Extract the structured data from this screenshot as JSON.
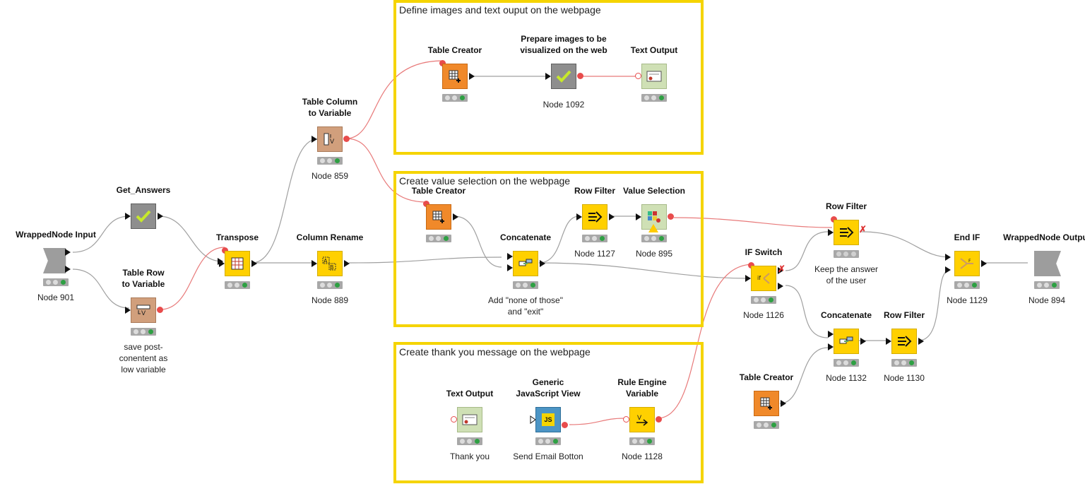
{
  "annotations": {
    "images": "Define images and text ouput on the webpage",
    "value_selection": "Create value selection on the webpage",
    "thank_you": "Create thank you message on the webpage"
  },
  "nodes": {
    "wrapped_input": {
      "title": "WrappedNode Input",
      "label": "Node 901"
    },
    "get_answers": {
      "title": "Get_Answers",
      "label": ""
    },
    "table_row_to_variable": {
      "title": "Table Row\nto Variable",
      "label": "save post-\nconentent as\nlow variable"
    },
    "transpose": {
      "title": "Transpose",
      "label": ""
    },
    "table_column_to_variable": {
      "title": "Table Column\nto Variable",
      "label": "Node 859"
    },
    "column_rename": {
      "title": "Column Rename",
      "label": "Node 889"
    },
    "table_creator_1": {
      "title": "Table Creator",
      "label": ""
    },
    "prepare_images": {
      "title": "Prepare images to be\nvisualized on the web",
      "label": "Node 1092"
    },
    "text_output_1": {
      "title": "Text Output",
      "label": ""
    },
    "table_creator_2": {
      "title": "Table Creator",
      "label": ""
    },
    "concatenate_1": {
      "title": "Concatenate",
      "label": "Add \"none of those\"\nand \"exit\""
    },
    "row_filter_1127": {
      "title": "Row Filter",
      "label": "Node 1127"
    },
    "value_selection": {
      "title": "Value Selection",
      "label": "Node 895"
    },
    "text_output_2": {
      "title": "Text Output",
      "label": "Thank you"
    },
    "generic_js_view": {
      "title": "Generic\nJavaScript View",
      "label": "Send Email Botton"
    },
    "rule_engine_variable": {
      "title": "Rule Engine\nVariable",
      "label": "Node 1128"
    },
    "if_switch": {
      "title": "IF Switch",
      "label": "Node 1126"
    },
    "row_filter_top": {
      "title": "Row Filter",
      "label": "Keep the answer\nof the user"
    },
    "concatenate_2": {
      "title": "Concatenate",
      "label": "Node 1132"
    },
    "row_filter_1130": {
      "title": "Row Filter",
      "label": "Node 1130"
    },
    "table_creator_3": {
      "title": "Table Creator",
      "label": ""
    },
    "end_if": {
      "title": "End IF",
      "label": "Node 1129"
    },
    "wrapped_output": {
      "title": "WrappedNode Output",
      "label": "Node 894"
    }
  },
  "icons": {
    "js_badge": "JS",
    "if_badge": "if"
  },
  "colors": {
    "annotation_border": "#f5d400",
    "data_wire": "#a0a0a0",
    "variable_wire": "#e87a7a",
    "manipulator_yellow": "#ffd000",
    "source_orange": "#f0892a",
    "flow_tan": "#d19f7c"
  }
}
